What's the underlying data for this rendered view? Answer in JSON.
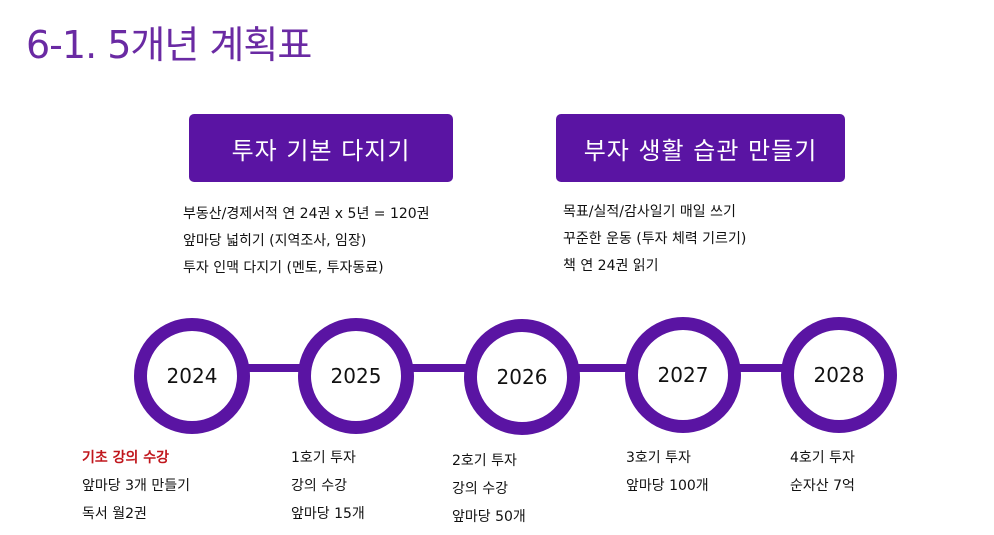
{
  "title": "6-1. 5개년 계획표",
  "goals": [
    {
      "label": "투자 기본 다지기",
      "items": [
        "부동산/경제서적 연 24권 x 5년 = 120권",
        "앞마당 넓히기 (지역조사, 임장)",
        "투자 인맥 다지기 (멘토, 투자동료)"
      ]
    },
    {
      "label": "부자 생활 습관 만들기",
      "items": [
        "목표/실적/감사일기 매일 쓰기",
        "꾸준한 운동 (투자 체력 기르기)",
        "책 연 24권 읽기"
      ]
    }
  ],
  "timeline": [
    {
      "year": "2024",
      "notes": [
        "기초 강의 수강",
        "앞마당 3개 만들기",
        "독서 월2권"
      ]
    },
    {
      "year": "2025",
      "notes": [
        "1호기 투자",
        "강의 수강",
        "앞마당 15개"
      ]
    },
    {
      "year": "2026",
      "notes": [
        "2호기 투자",
        "강의 수강",
        "앞마당 50개"
      ]
    },
    {
      "year": "2027",
      "notes": [
        "3호기 투자",
        "앞마당 100개"
      ]
    },
    {
      "year": "2028",
      "notes": [
        "4호기 투자",
        "순자산 7억"
      ]
    }
  ],
  "colors": {
    "accent": "#5a14a3",
    "title": "#6a2aa3",
    "highlight": "#c0161c"
  }
}
